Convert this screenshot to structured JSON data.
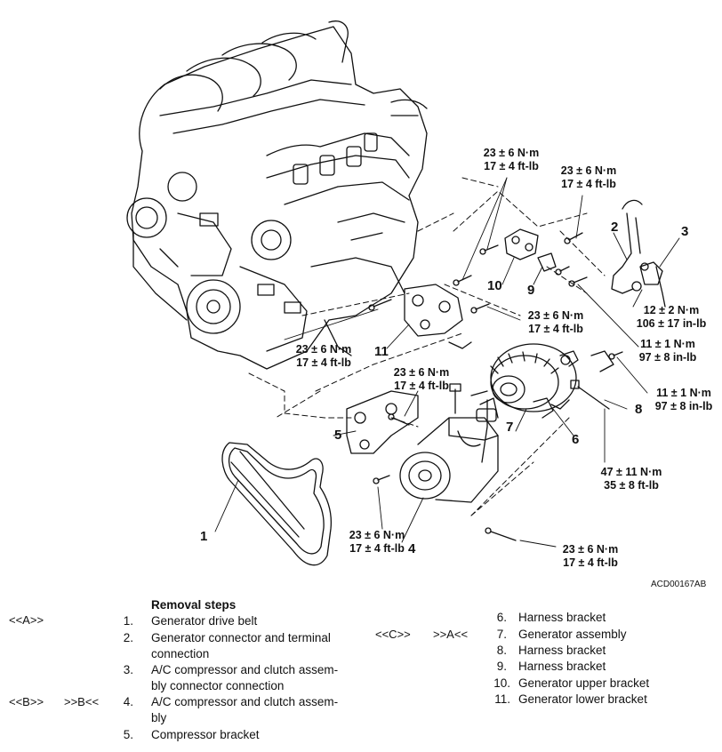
{
  "torques": {
    "t1": "23 ± 6 N·m\n17 ± 4 ft-lb",
    "t2": "23 ± 6 N·m\n17 ± 4 ft-lb",
    "t3": "12 ± 2 N·m\n106 ± 17 in-lb",
    "t4": "23 ± 6 N·m\n17 ± 4 ft-lb",
    "t5": "11 ± 1 N·m\n97 ± 8 in-lb",
    "t6": "23 ± 6 N·m\n17 ± 4 ft-lb",
    "t7": "23 ± 6 N·m\n17 ± 4 ft-lb",
    "t8": "11 ± 1 N·m\n97 ± 8 in-lb",
    "t9": "47 ± 11 N·m\n35 ± 8 ft-lb",
    "t10": "23 ± 6 N·m\n17 ± 4 ft-lb",
    "t11": "23 ± 6 N·m\n17 ± 4 ft-lb"
  },
  "callouts": [
    "1",
    "2",
    "3",
    "4",
    "5",
    "6",
    "7",
    "8",
    "9",
    "10",
    "11"
  ],
  "figure_code": "ACD00167AB",
  "removal": {
    "title": "Removal steps",
    "steps": [
      {
        "num": "1.",
        "text": "Generator drive belt",
        "tag_left": "<<A>>",
        "tag_mid": ""
      },
      {
        "num": "2.",
        "text": "Generator connector and terminal connection",
        "tag_left": "",
        "tag_mid": ""
      },
      {
        "num": "3.",
        "text": "A/C compressor and clutch assembly connector connection",
        "tag_left": "",
        "tag_mid": ""
      },
      {
        "num": "4.",
        "text": "A/C compressor and clutch assembly",
        "tag_left": "<<B>>",
        "tag_mid": ">>B<<"
      },
      {
        "num": "5.",
        "text": "Compressor bracket",
        "tag_left": "",
        "tag_mid": ""
      },
      {
        "num": "6.",
        "text": "Harness bracket",
        "tag_left": "",
        "tag_mid": ""
      },
      {
        "num": "7.",
        "text": "Generator assembly",
        "tag_left": "<<C>>",
        "tag_mid": ">>A<<"
      },
      {
        "num": "8.",
        "text": "Harness bracket",
        "tag_left": "",
        "tag_mid": ""
      },
      {
        "num": "9.",
        "text": "Harness bracket",
        "tag_left": "",
        "tag_mid": ""
      },
      {
        "num": "10.",
        "text": "Generator upper bracket",
        "tag_left": "",
        "tag_mid": ""
      },
      {
        "num": "11.",
        "text": "Generator lower bracket",
        "tag_left": "",
        "tag_mid": ""
      }
    ],
    "step3_line1": "A/C compressor and clutch assem-",
    "step3_line2": "bly connector connection",
    "step4_line1": "A/C compressor and clutch assem-",
    "step4_line2": "bly",
    "step2_line1": "Generator connector and terminal",
    "step2_line2": "connection"
  }
}
